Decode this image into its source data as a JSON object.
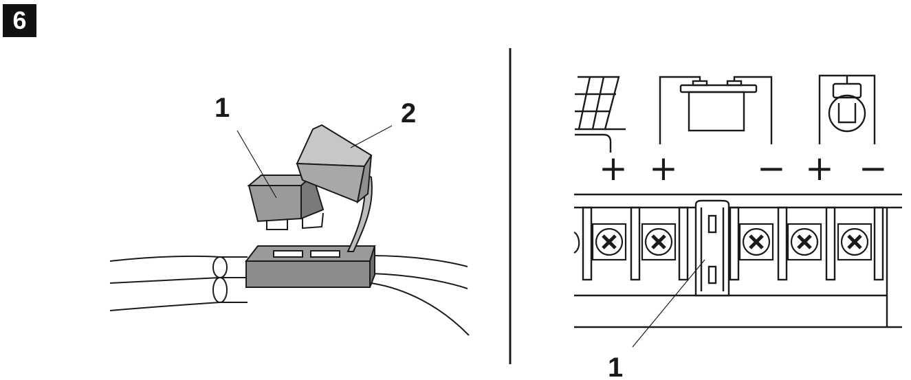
{
  "step": {
    "number": "6"
  },
  "left_panel": {
    "callouts": [
      {
        "id": "fuse",
        "label": "1"
      },
      {
        "id": "fuse-cap",
        "label": "2"
      }
    ]
  },
  "right_panel": {
    "terminal_symbols": [
      "+",
      "+",
      "−",
      "+",
      "−"
    ],
    "icons": [
      "solar-panel-icon",
      "battery-icon",
      "lamp-icon"
    ],
    "callouts": [
      {
        "id": "fuse-slot",
        "label": "1"
      }
    ]
  },
  "colors": {
    "line": "#1a1a1a",
    "fuse_fill": "#9a9a9a",
    "fuse_dark": "#6f6f6f",
    "cap_fill": "#bdbdbd"
  }
}
